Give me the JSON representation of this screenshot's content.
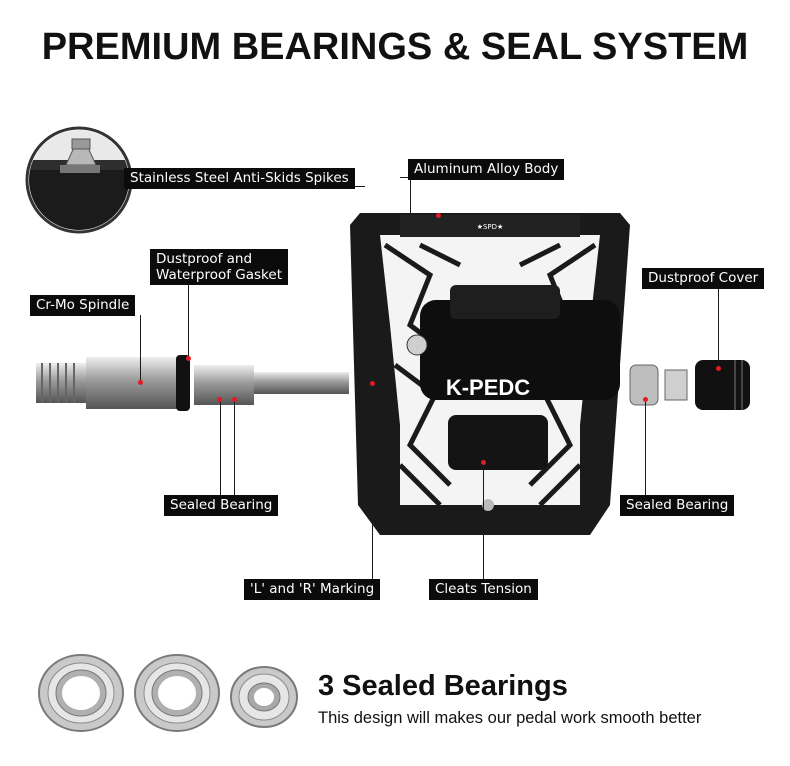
{
  "title": "PREMIUM BEARINGS & SEAL SYSTEM",
  "labels": {
    "spikes": "Stainless Steel Anti-Skids Spikes",
    "body": "Aluminum Alloy Body",
    "gasket_line1": "Dustproof and",
    "gasket_line2": "Waterproof Gasket",
    "spindle": "Cr-Mo Spindle",
    "cover": "Dustproof Cover",
    "sealed_left": "Sealed Bearing",
    "sealed_right": "Sealed Bearing",
    "marking": "'L' and 'R' Marking",
    "cleats": "Cleats Tension"
  },
  "brand": {
    "logo": "K-PEDC",
    "small_mark": "★SPD★"
  },
  "bottom": {
    "heading": "3 Sealed Bearings",
    "subtext": "This design will makes our pedal work smooth better"
  },
  "colors": {
    "accent_red": "#e01b24",
    "label_bg": "#0b0b0b",
    "title": "#111111"
  },
  "icons": [
    "bearing-icon",
    "bearing-icon",
    "bearing-icon"
  ]
}
